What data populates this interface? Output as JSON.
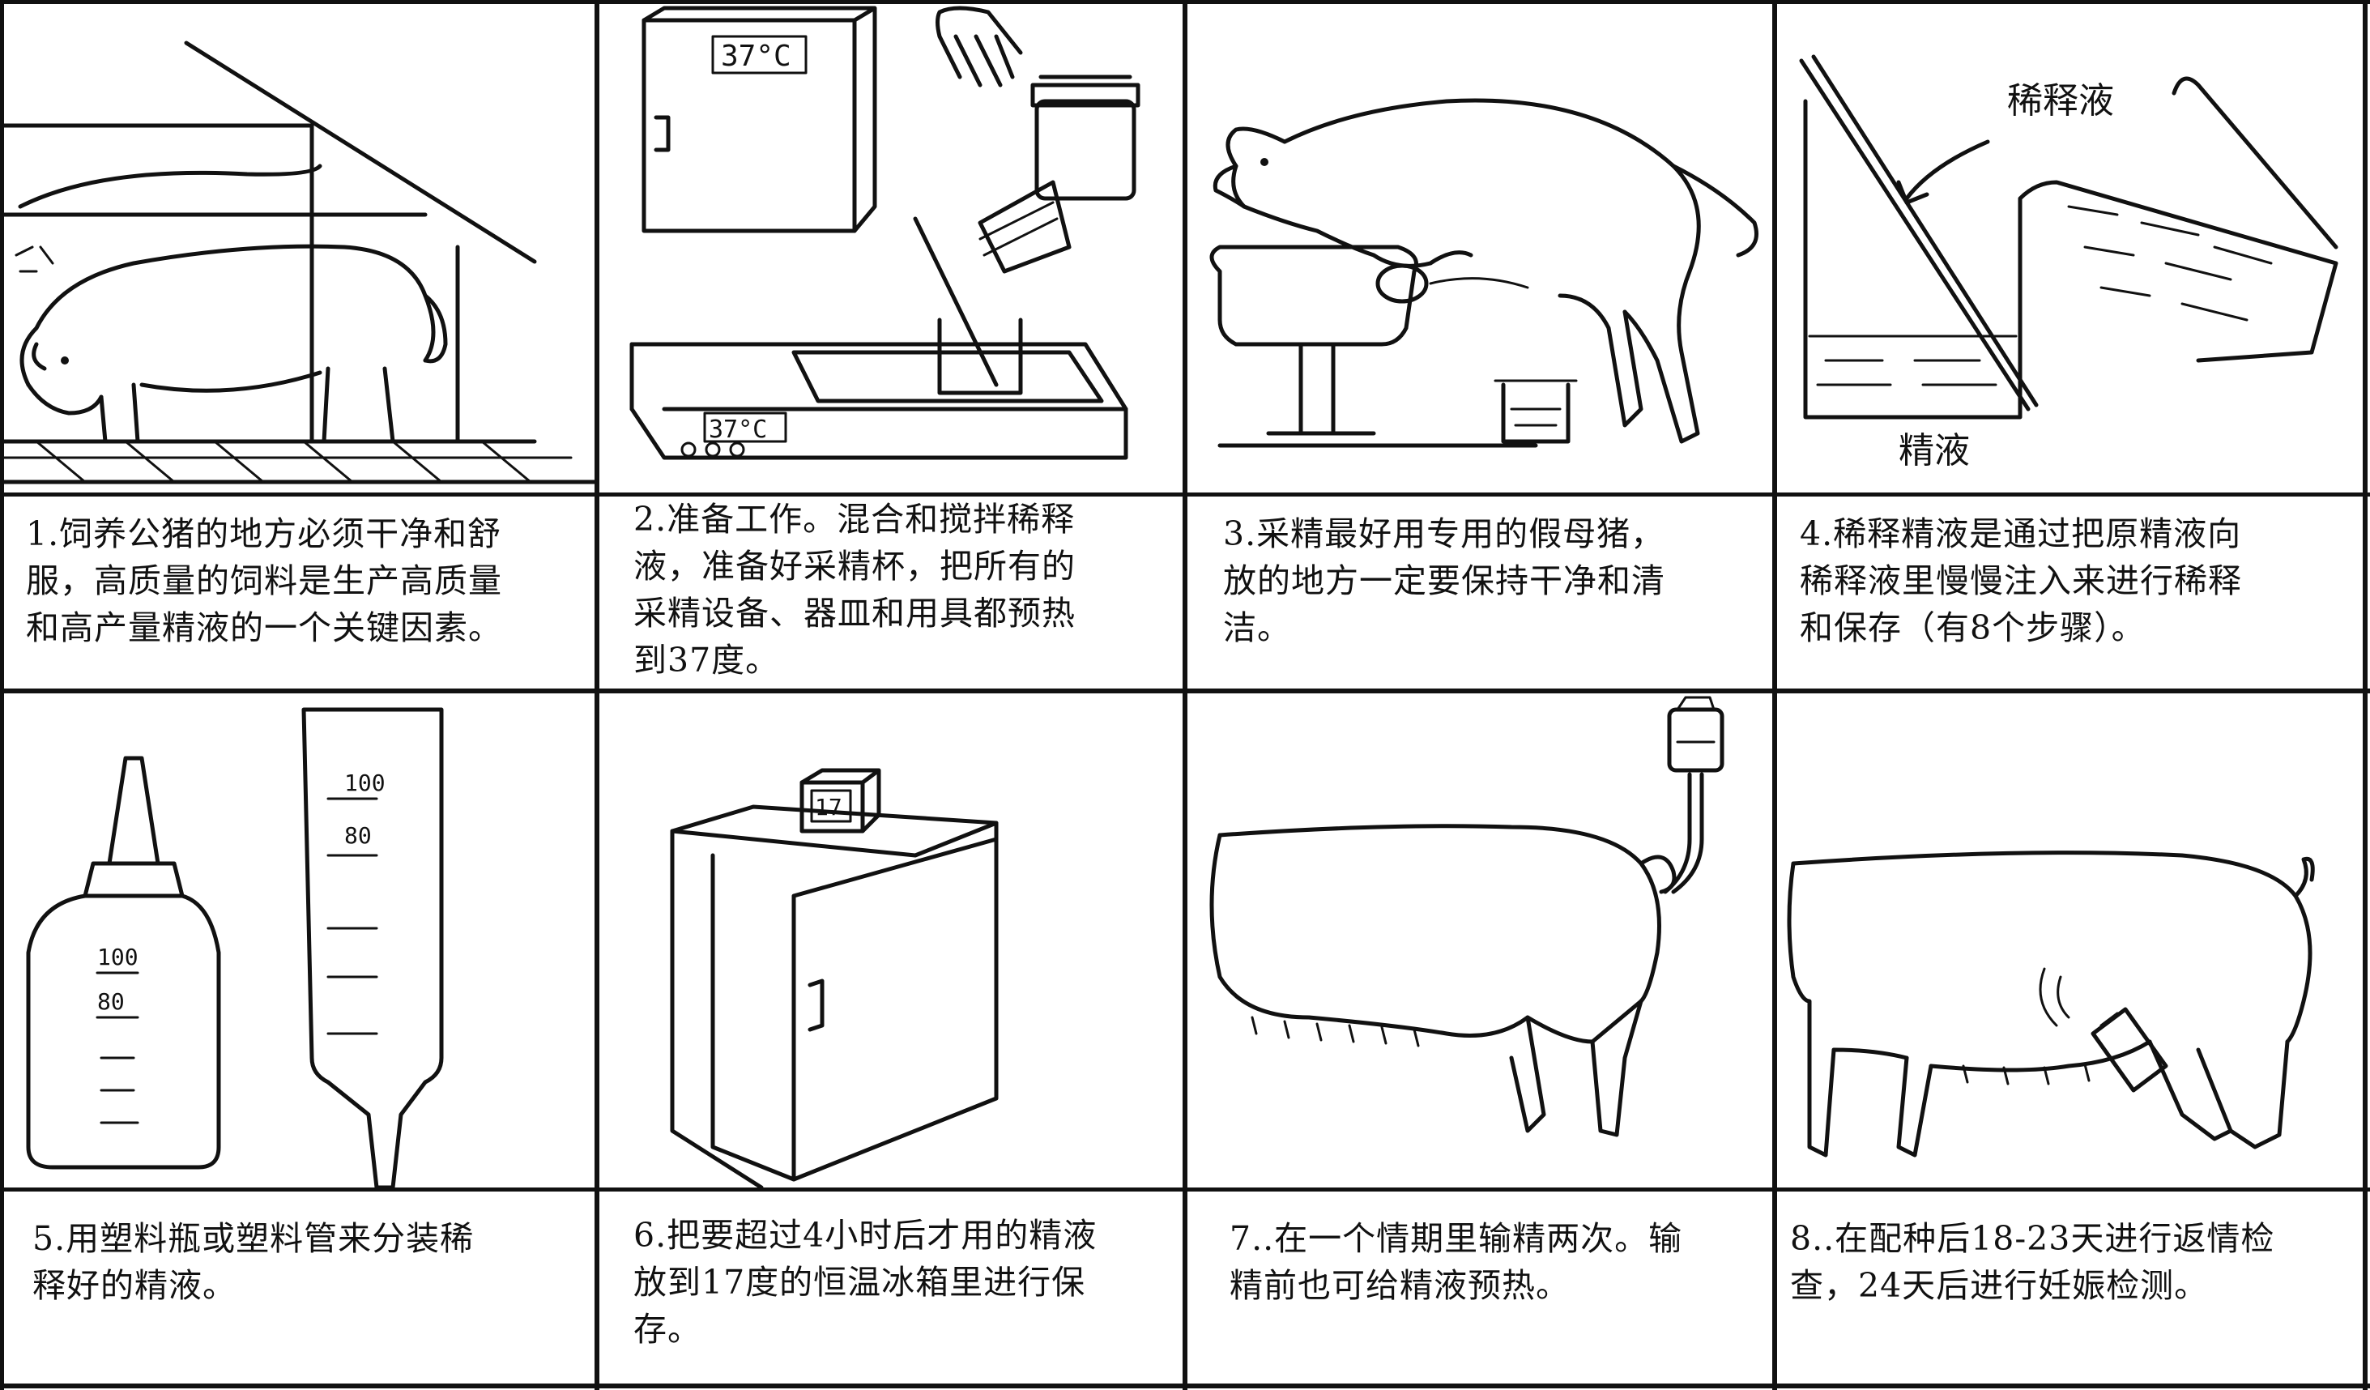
{
  "panels": [
    {
      "id": 1,
      "caption": "1.饲养公猪的地方必须干净和舒\n服，高质量的饲料是生产高质量\n和高产量精液的一个关键因素。",
      "icon": "boar-pen-icon"
    },
    {
      "id": 2,
      "caption": "2.准备工作。混合和搅拌稀释\n液，准备好采精杯，把所有的\n采精设备、器皿和用具都预热\n到37度。",
      "icon": "lab-prep-icon",
      "cabinet_display": "37°C",
      "bath_display": "37°C"
    },
    {
      "id": 3,
      "caption": "3.采精最好用专用的假母猪，\n放的地方一定要保持干净和清\n洁。",
      "icon": "dummy-sow-icon"
    },
    {
      "id": 4,
      "caption": "4.稀释精液是通过把原精液向\n稀释液里慢慢注入来进行稀释\n和保存（有8个步骤）。",
      "icon": "dilution-icon",
      "label_diluent": "稀释液",
      "label_semen": "精液"
    },
    {
      "id": 5,
      "caption": "5.用塑料瓶或塑料管来分装稀\n释好的精液。",
      "icon": "bottle-tube-icon",
      "bottle_marks": [
        "100",
        "80"
      ],
      "tube_marks": [
        "100",
        "80"
      ]
    },
    {
      "id": 6,
      "caption": "6.把要超过4小时后才用的精液\n放到17度的恒温冰箱里进行保\n存。",
      "icon": "fridge-icon",
      "fridge_display": "17"
    },
    {
      "id": 7,
      "caption": "7..在一个情期里输精两次。输\n精前也可给精液预热。",
      "icon": "insemination-icon"
    },
    {
      "id": 8,
      "caption": "8..在配种后18-23天进行返情检\n查，24天后进行妊娠检测。",
      "icon": "pregnancy-check-icon"
    }
  ]
}
